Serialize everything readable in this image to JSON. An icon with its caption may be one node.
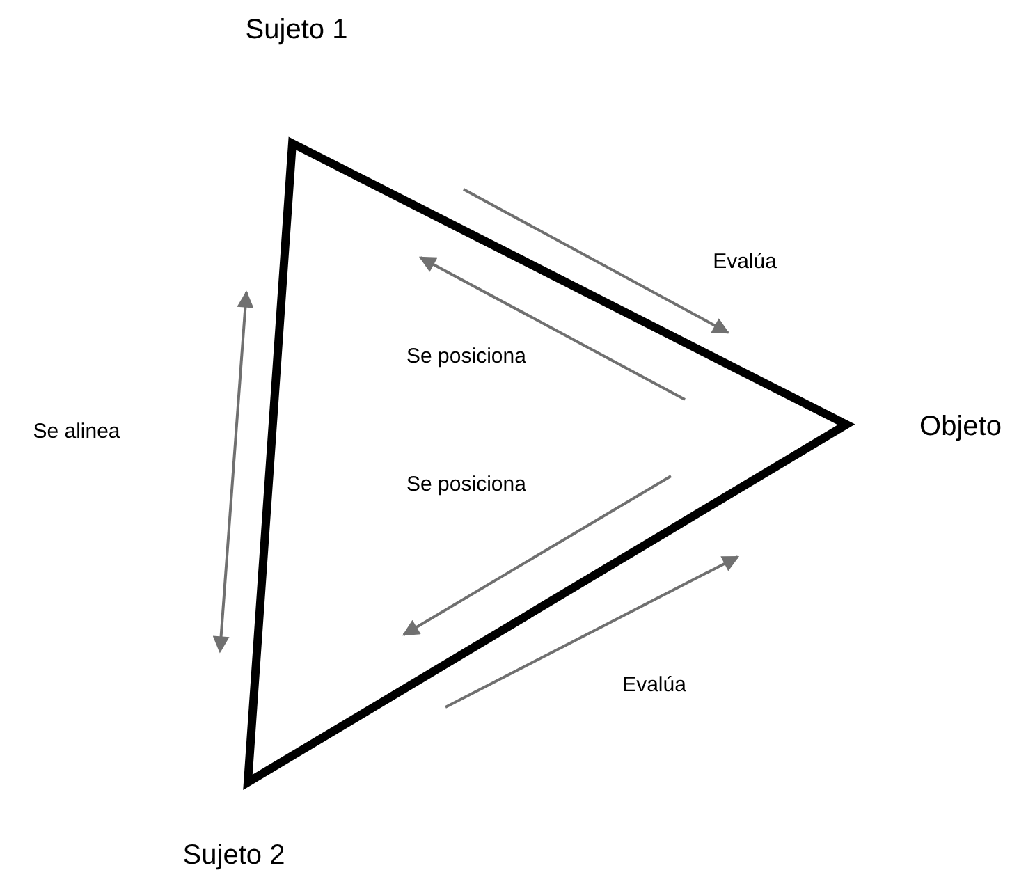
{
  "diagram": {
    "nodes": [
      {
        "text": [],
        "shape": "triangle"
      }
    ],
    "labels": [
      "Sujeto 1",
      "Evalúa",
      "Se posiciona",
      "Se alinea",
      "Objeto",
      "Se posiciona",
      "Evalúa",
      "Sujeto 2"
    ]
  }
}
